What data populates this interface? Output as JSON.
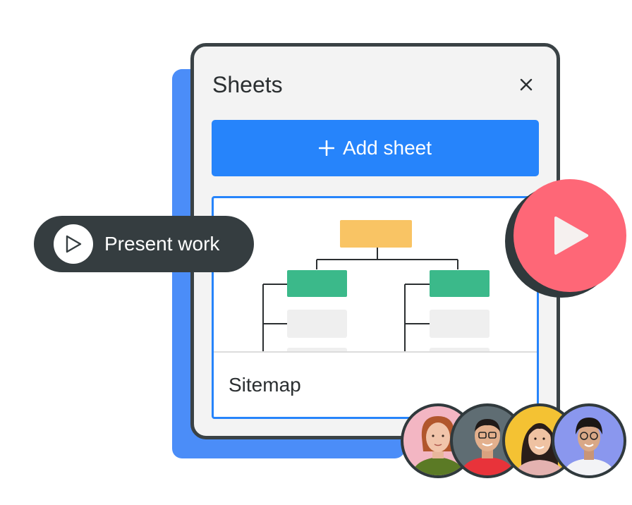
{
  "panel": {
    "title": "Sheets",
    "close_icon": "close-icon",
    "add_button_label": "Add sheet",
    "add_icon": "plus-icon"
  },
  "sheet": {
    "name": "Sitemap",
    "thumbnail": "sitemap-tree-diagram"
  },
  "present": {
    "label": "Present work",
    "icon": "play-outline-icon"
  },
  "play_button": {
    "icon": "play-icon"
  },
  "collaborators": [
    {
      "name": "avatar-1",
      "bg": "#f3b6c3"
    },
    {
      "name": "avatar-2",
      "bg": "#5f6d73"
    },
    {
      "name": "avatar-3",
      "bg": "#f4c233"
    },
    {
      "name": "avatar-4",
      "bg": "#8a97ee"
    }
  ],
  "colors": {
    "accent_blue": "#2684fb",
    "panel_border": "#3a4245",
    "node_top": "#f9c464",
    "node_green": "#3bb98a",
    "play_red": "#fe6777"
  }
}
